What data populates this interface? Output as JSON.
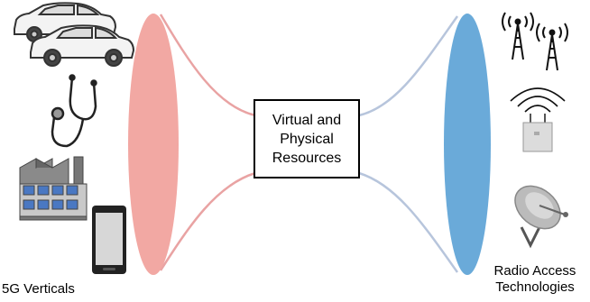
{
  "center": {
    "label": "Virtual and\nPhysical\nResources"
  },
  "left_group": {
    "caption": "5G Verticals",
    "ellipse_color": "#f2a8a3",
    "icons": [
      "car-icon",
      "stethoscope-icon",
      "factory-icon",
      "smartphone-icon"
    ]
  },
  "right_group": {
    "caption_line1": "Radio Access",
    "caption_line2": "Technologies",
    "ellipse_color": "#6aaad9",
    "icons": [
      "cell-tower-icon",
      "wifi-access-point-icon",
      "satellite-dish-icon"
    ]
  },
  "colors": {
    "left_link": "#e9a3a3",
    "right_link": "#b7c5dc"
  }
}
